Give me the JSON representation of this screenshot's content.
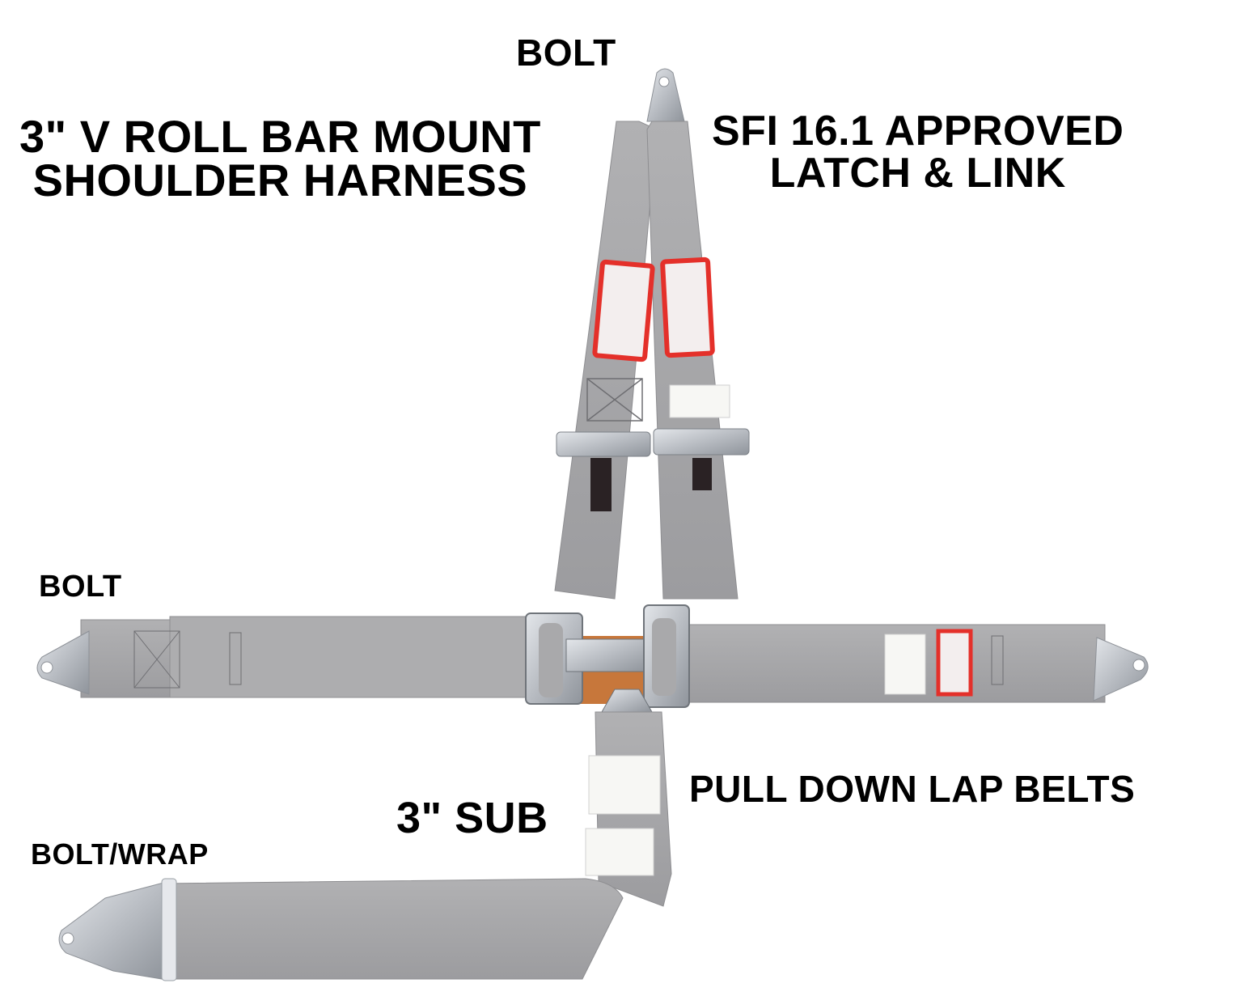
{
  "image": {
    "subject": "racing shoulder harness with latch and link lap belts",
    "colors": {
      "background": "#ffffff",
      "webbing": "#a9a9ab",
      "webbing_shadow": "#8e8e91",
      "hardware": "#c9ccd1",
      "patch_border": "#e4302a",
      "patch_fill": "#f3eeee",
      "tag_fill": "#f7f7f4",
      "pull_tab": "#2a2224",
      "latch_backing": "#c7773b"
    }
  },
  "labels": {
    "bolt_top": "BOLT",
    "title_line1": "3\" V ROLL BAR MOUNT",
    "title_line2": "SHOULDER HARNESS",
    "sfi_line1": "SFI 16.1 APPROVED",
    "sfi_line2": "LATCH & LINK",
    "bolt_left": "BOLT",
    "sub": "3\" SUB",
    "pull_down": "PULL DOWN LAP BELTS",
    "bolt_wrap": "BOLT/WRAP"
  }
}
